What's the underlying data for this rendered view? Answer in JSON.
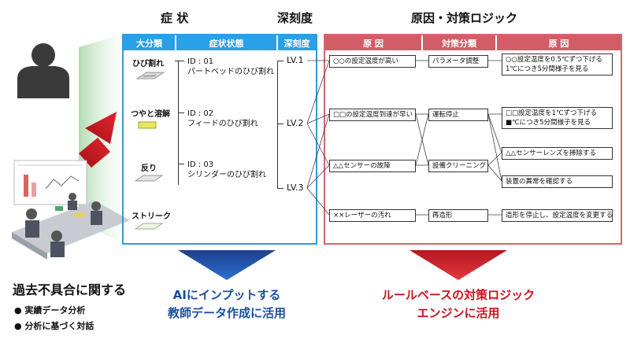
{
  "headers": {
    "symptom": "症 状",
    "severity": "深刻度",
    "cause_logic": "原因・対策ロジック"
  },
  "columns": {
    "major_category": "大分類",
    "symptom_state": "症状状態",
    "severity": "深刻度",
    "cause1": "原 因",
    "action_category": "対策分類",
    "cause2": "原 因"
  },
  "categories": [
    "ひび割れ",
    "つやと溶解",
    "反り",
    "ストリーク"
  ],
  "symptoms": [
    {
      "id": "ID : 01",
      "name": "パートベッドのひび割れ"
    },
    {
      "id": "ID : 02",
      "name": "フィードのひび割れ"
    },
    {
      "id": "ID : 03",
      "name": "シリンダーのひび割れ"
    }
  ],
  "levels": [
    "LV.1",
    "LV.2",
    "LV.3"
  ],
  "causes": [
    "○○の設定温度が高い",
    "□□の設定温度到達が早い",
    "△△センサーの故障",
    "××レーザーの汚れ"
  ],
  "actions": [
    "パラメータ調整",
    "運転停止",
    "設備クリーニング",
    "再造形"
  ],
  "details": [
    {
      "line1": "○○設定温度を0.5℃ずつ下げる",
      "line2": "1℃につき5分間様子を見る"
    },
    {
      "line1": "□□設定温度を1℃ずつ下げる",
      "line2": "■℃につき5分間様子を見る"
    },
    {
      "line1": "△△センサーレンズを掃除する",
      "line2": ""
    },
    {
      "line1": "装置の異常を確認する",
      "line2": ""
    },
    {
      "line1": "造形を停止し、設定温度を変更する",
      "line2": ""
    }
  ],
  "left": {
    "title": "過去不具合に関する",
    "bullets": [
      "● 実績データ分析",
      "● 分析に基づく対話"
    ]
  },
  "bottom": {
    "blue_line1": "AIにインプットする",
    "blue_line2": "教師データ作成に活用",
    "red_line1": "ルールベースの対策ロジック",
    "red_line2": "エンジンに活用"
  },
  "colors": {
    "blue": "#2aa0e6",
    "red": "#d35d66",
    "blue_text": "#1a4fa0",
    "red_text": "#d0101e"
  }
}
